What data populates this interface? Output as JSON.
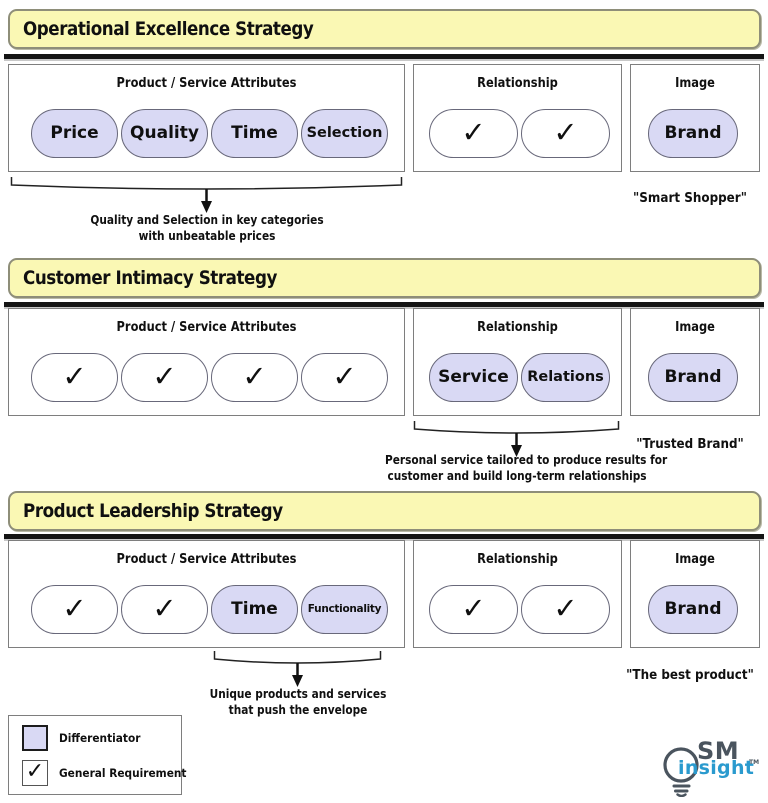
{
  "palette": {
    "header_fill": "#faf8b4",
    "header_border": "#8e8e79",
    "pill_fill": "#d9d9f4",
    "pill_border": "#68687a",
    "panel_border": "#7e7e7e",
    "rule_color": "#141414",
    "logo_gray": "#4a545e",
    "logo_blue": "#2a9ace"
  },
  "glyphs": {
    "check": "✓"
  },
  "sections": [
    {
      "title": "Operational Excellence Strategy",
      "attributes": {
        "label": "Product / Service Attributes",
        "pills": [
          "Price",
          "Quality",
          "Time",
          "Selection"
        ]
      },
      "relationship": {
        "label": "Relationship"
      },
      "image": {
        "label": "Image",
        "pill": "Brand"
      },
      "annotation": {
        "line1": "Quality and Selection in key categories",
        "line2": "with unbeatable prices"
      },
      "quote": "\"Smart Shopper\""
    },
    {
      "title": "Customer Intimacy Strategy",
      "attributes": {
        "label": "Product / Service Attributes"
      },
      "relationship": {
        "label": "Relationship",
        "pills": [
          "Service",
          "Relations"
        ]
      },
      "image": {
        "label": "Image",
        "pill": "Brand"
      },
      "annotation": {
        "line1": "Personal service tailored to produce results for",
        "line2": "customer and build long-term relationships"
      },
      "quote": "\"Trusted Brand\""
    },
    {
      "title": "Product Leadership Strategy",
      "attributes": {
        "label": "Product / Service Attributes",
        "pills": [
          "Time",
          "Functionality"
        ]
      },
      "relationship": {
        "label": "Relationship"
      },
      "image": {
        "label": "Image",
        "pill": "Brand"
      },
      "annotation": {
        "line1": "Unique products and services",
        "line2": "that push the envelope"
      },
      "quote": "\"The best product\""
    }
  ],
  "legend": {
    "differentiator": "Differentiator",
    "general_requirement": "General Requirement"
  },
  "logo": {
    "sm": "SM",
    "insight": "insight",
    "tm": "TM"
  }
}
